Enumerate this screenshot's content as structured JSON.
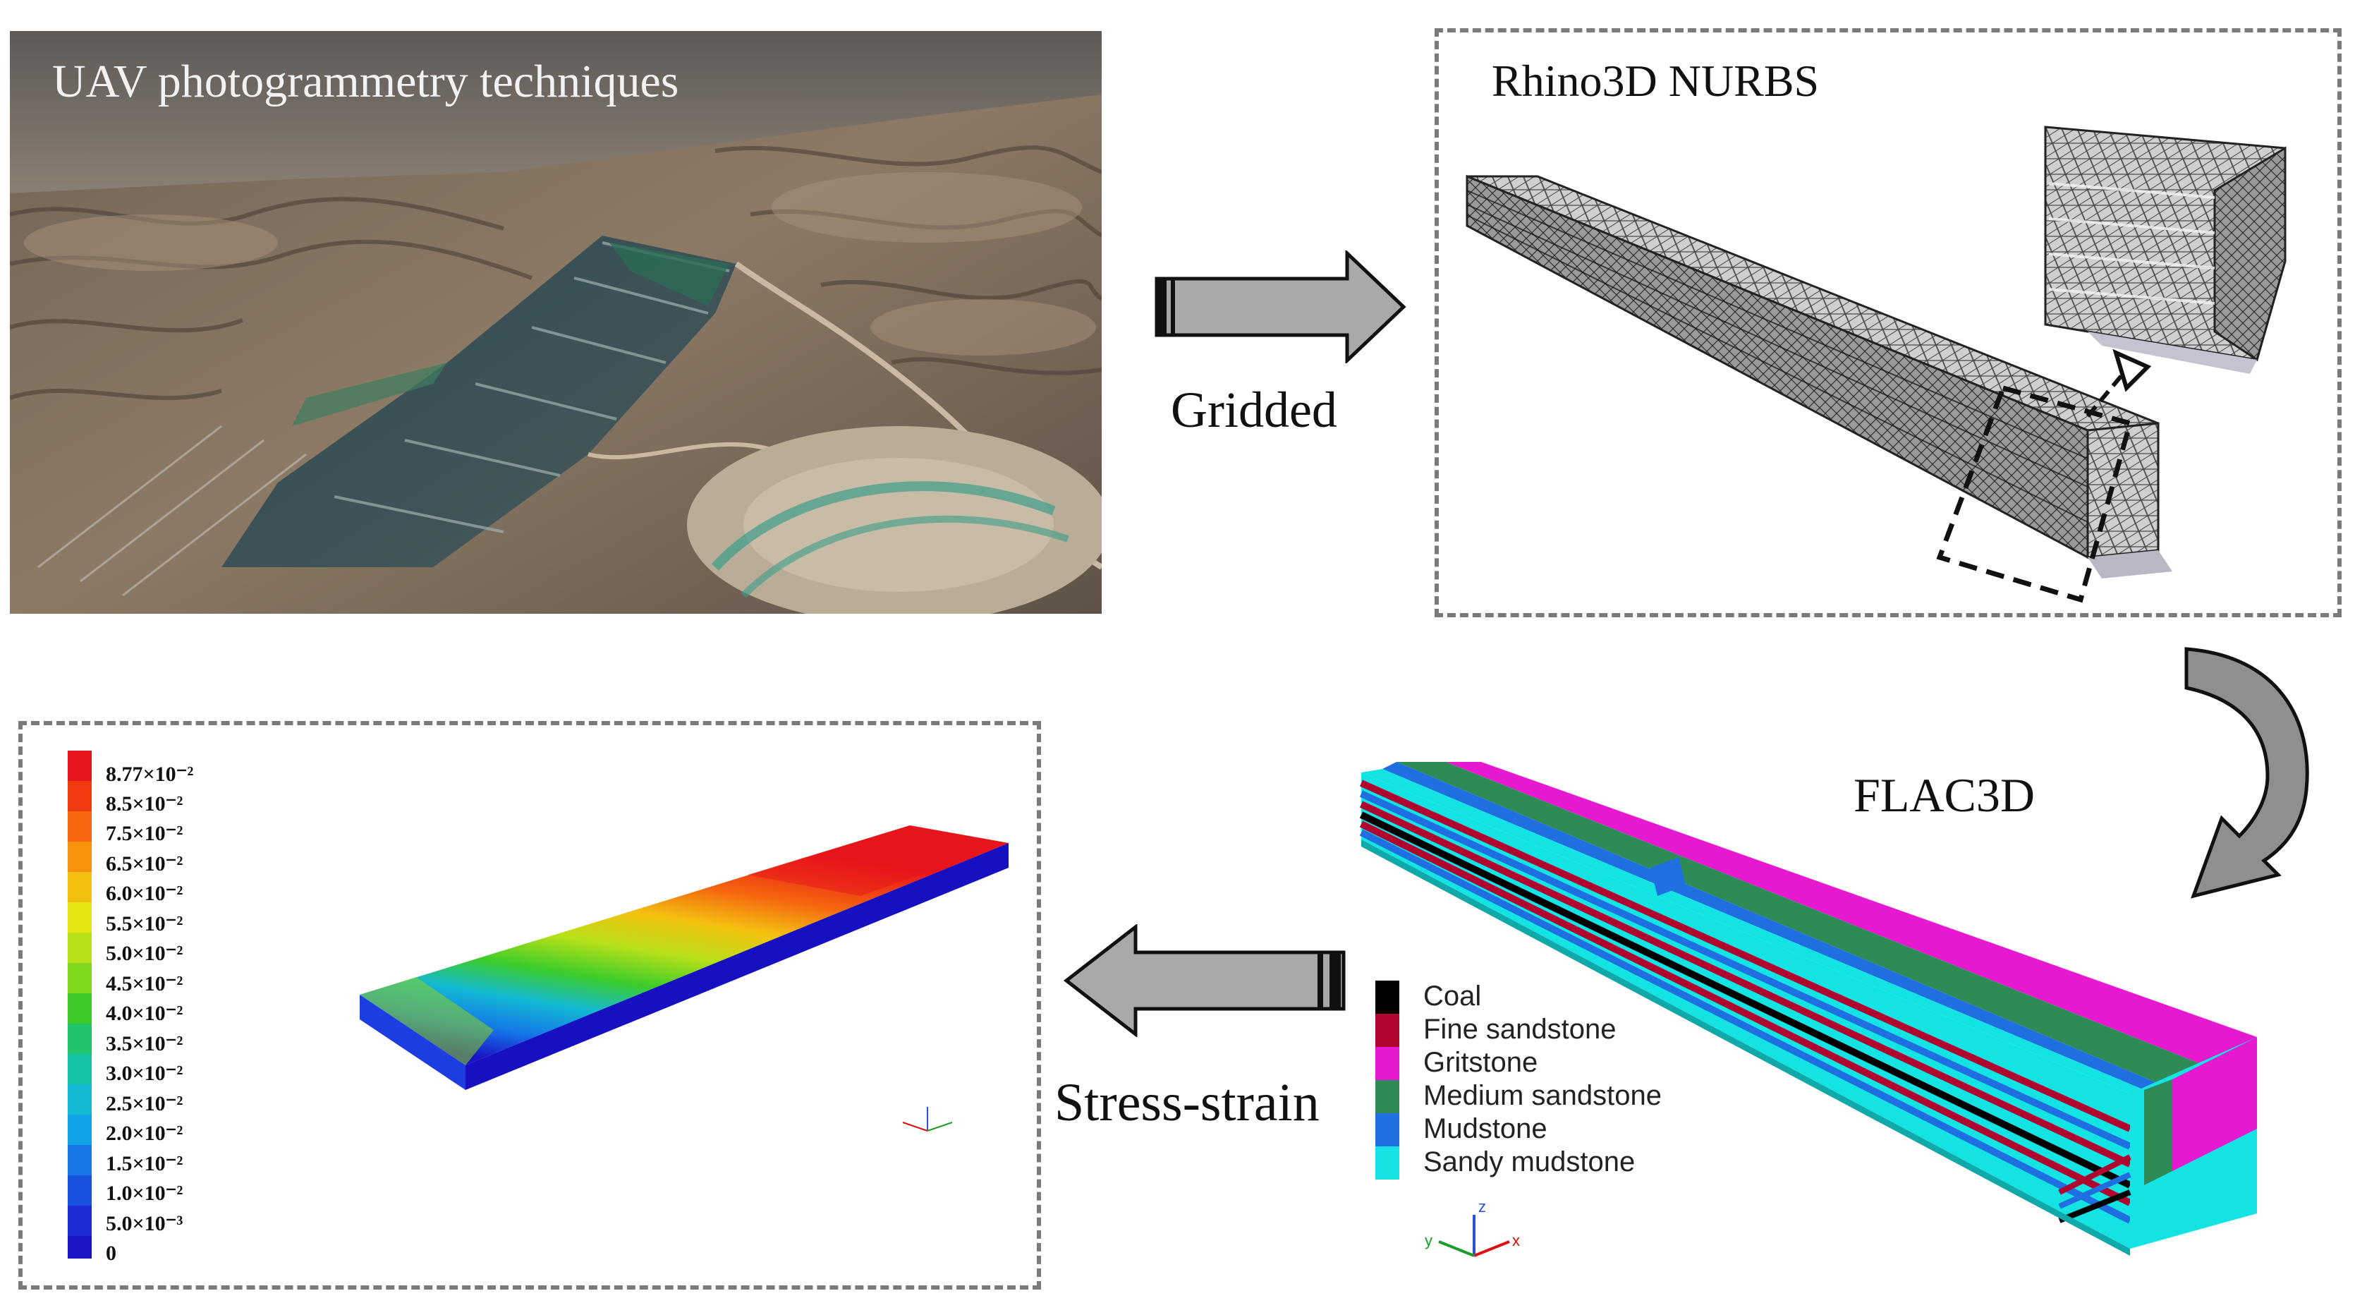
{
  "panels": {
    "uav": {
      "title": "UAV photogrammetry techniques"
    },
    "rhino": {
      "title": "Rhino3D NURBS"
    },
    "flac": {
      "title": "FLAC3D"
    }
  },
  "arrows": {
    "gridded": "Gridded",
    "stress_strain": "Stress-strain"
  },
  "colorbar": {
    "labels": [
      "8.77×10⁻²",
      "8.5×10⁻²",
      "7.5×10⁻²",
      "6.5×10⁻²",
      "6.0×10⁻²",
      "5.5×10⁻²",
      "5.0×10⁻²",
      "4.5×10⁻²",
      "4.0×10⁻²",
      "3.5×10⁻²",
      "3.0×10⁻²",
      "2.5×10⁻²",
      "2.0×10⁻²",
      "1.5×10⁻²",
      "1.0×10⁻²",
      "5.0×10⁻³",
      "0"
    ],
    "colors": [
      "#e8141b",
      "#f03a10",
      "#f5660e",
      "#f8920c",
      "#f4c010",
      "#e6e411",
      "#b8e017",
      "#7fd81e",
      "#3ccc2a",
      "#1fc46a",
      "#14c2a6",
      "#12b9d3",
      "#12a2e6",
      "#1478e8",
      "#1850e0",
      "#1d2cd6",
      "#1a14c6"
    ]
  },
  "materials": [
    {
      "name": "Coal",
      "color": "#000000"
    },
    {
      "name": "Fine sandstone",
      "color": "#b0052f"
    },
    {
      "name": "Gritstone",
      "color": "#e619d0"
    },
    {
      "name": "Medium sandstone",
      "color": "#2e8b57"
    },
    {
      "name": "Mudstone",
      "color": "#1f6fe0"
    },
    {
      "name": "Sandy mudstone",
      "color": "#13e3e3"
    }
  ],
  "axes": {
    "x": "x",
    "y": "y",
    "z": "z"
  }
}
